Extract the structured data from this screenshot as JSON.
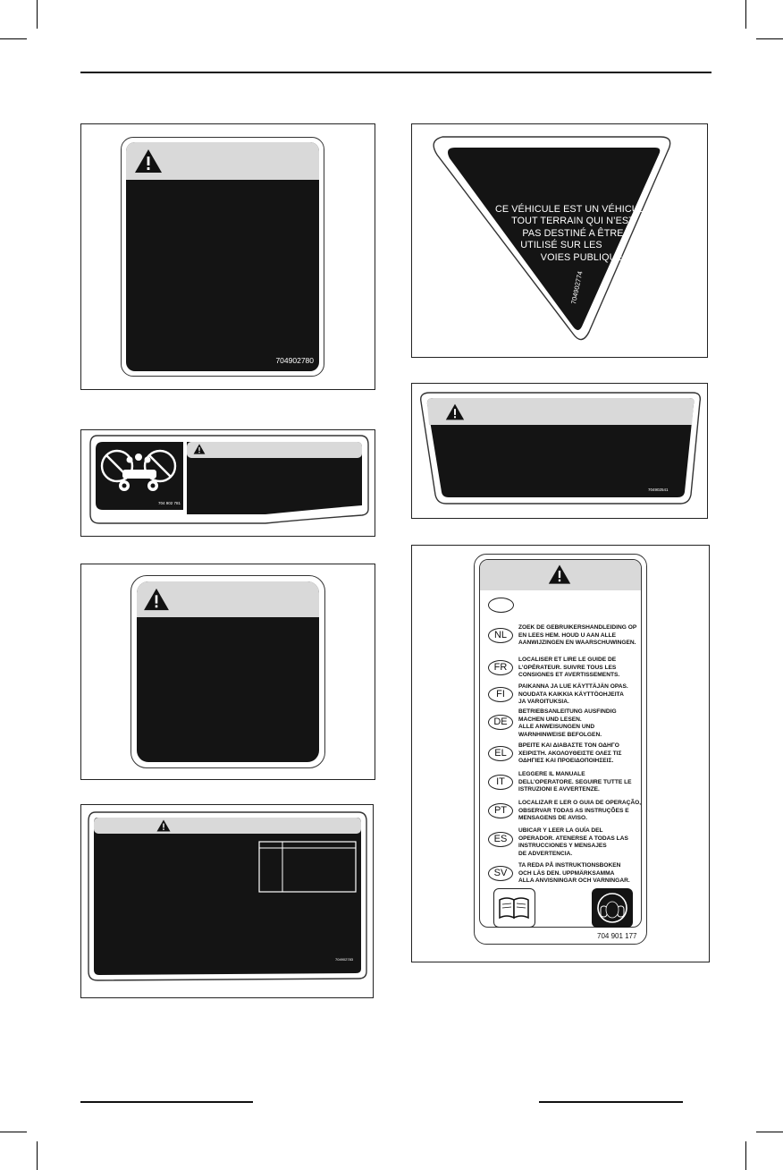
{
  "decals": {
    "warning_label_1": {
      "part_number": "704902780"
    },
    "passenger_label": {
      "part_number": "704 902 781"
    },
    "warning_label_3": {
      "part_number": "704902783"
    },
    "offroad_label": {
      "lines": [
        "CE VÉHICULE EST UN VÉHICULE",
        "TOUT TERRAIN QUI N’EST",
        "PAS DESTINÉ A ÊTRE",
        "UTILISÉ SUR LES",
        "VOIES PUBLIQUES."
      ],
      "part_number": "704902774"
    },
    "warning_label_5": {
      "part_number": "704902541"
    },
    "multilingual_label": {
      "languages": [
        {
          "code": "NL",
          "text": "ZOEK DE GEBRUIKERSHANDLEIDING OP\nEN LEES HEM. HOUD U AAN ALLE\nAANWIJZINGEN EN WAARSCHUWINGEN."
        },
        {
          "code": "FR",
          "text": "LOCALISER ET LIRE LE GUIDE DE\nL’OPÉRATEUR.  SUIVRE TOUS LES\nCONSIGNES ET AVERTISSEMENTS."
        },
        {
          "code": "FI",
          "text": "PAIKANNA JA LUE KÄYTTÄJÄN OPAS.\nNOUDATA KAIKKIA KÄYTTÖOHJEITA\nJA VAROITUKSIA."
        },
        {
          "code": "DE",
          "text": "BETRIEBSANLEITUNG AUSFINDIG\nMACHEN UND LESEN.\nALLE ANWEISUNGEN UND\nWARNHINWEISE BEFOLGEN."
        },
        {
          "code": "EL",
          "text": "ΒΡΕΙΤΕ ΚΑΙ ΔΙΑΒΑΣΤΕ ΤΟΝ ΟΔΗΓΟ\nΧΕΙΡΙΣΤΗ. ΑΚΟΛΟΥΘΕΙΣΤΕ ΟΛΕΣ ΤΙΣ\nΟΔΗΓΙΕΣ ΚΑΙ ΠΡΟΕΙΔΟΠΟΙΗΣΕΙΣ."
        },
        {
          "code": "IT",
          "text": "LEGGERE IL MANUALE\nDELL’OPERATORE.  SEGUIRE TUTTE LE\nISTRUZIONI E AVVERTENZE."
        },
        {
          "code": "PT",
          "text": "LOCALIZAR E LER O GUIA DE OPERAÇÃO,\nOBSERVAR TODAS AS INSTRUÇÕES E\nMENSAGENS DE AVISO."
        },
        {
          "code": "ES",
          "text": "UBICAR Y LEER LA GUÍA DEL\nOPERADOR.  ATENERSE A TODAS LAS\nINSTRUCCIONES Y MENSAJES\nDE ADVERTENCIA."
        },
        {
          "code": "SV",
          "text": "TA REDA PÅ INSTRUKTIONSBOKEN\nOCH LÄS DEN.  UPPMÄRKSAMMA\nALLA ANVISNINGAR OCH VARNINGAR."
        }
      ],
      "part_number": "704 901 177",
      "icons": [
        "book-icon",
        "hearing-protection-icon"
      ]
    }
  }
}
